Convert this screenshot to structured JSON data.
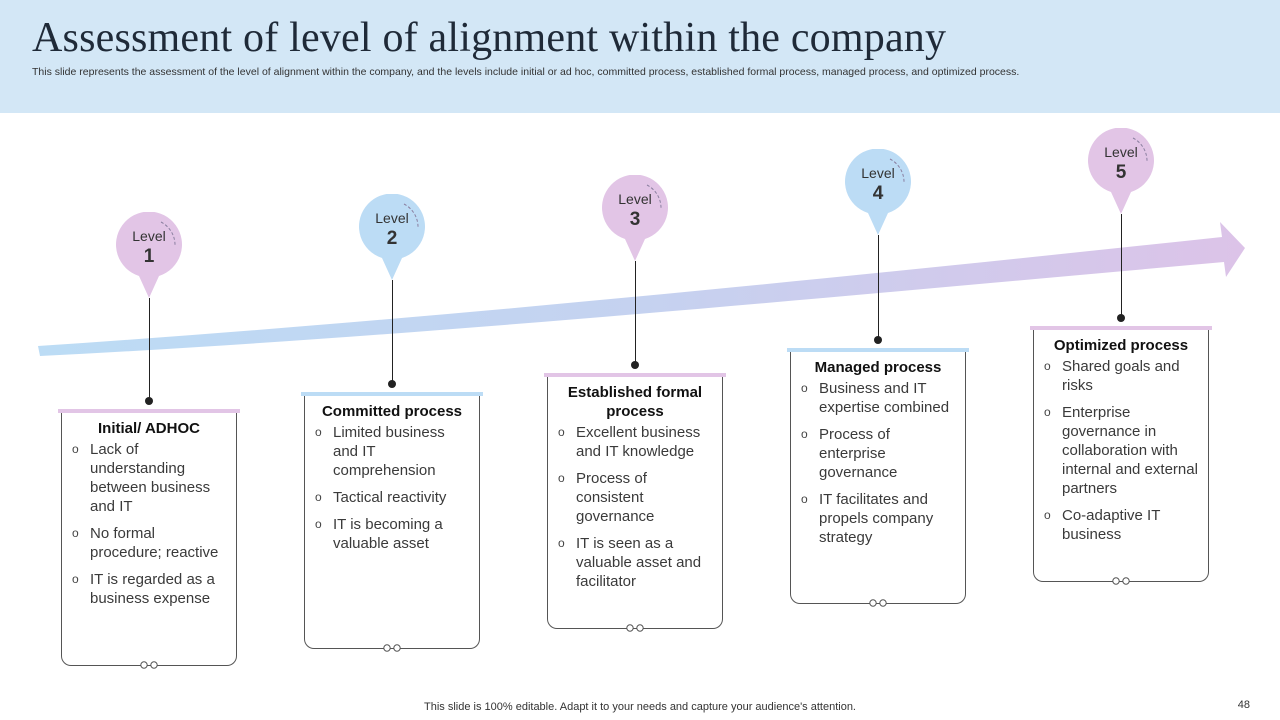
{
  "title": "Assessment of level of alignment within the company",
  "subtitle": "This slide represents the assessment of the level of alignment within the company, and the levels include initial or ad hoc, committed process, established formal process, managed process, and optimized process.",
  "colors": {
    "pink": "#e2c5e6",
    "blue": "#bcdcf5",
    "header_bg": "#d3e7f6"
  },
  "levels": [
    {
      "level_label": "Level",
      "number": "1",
      "title": "Initial/ ADHOC",
      "color": "pink",
      "items": [
        "Lack of understanding between business and IT",
        "No formal procedure; reactive",
        "IT  is regarded as a business expense"
      ]
    },
    {
      "level_label": "Level",
      "number": "2",
      "title": "Committed process",
      "color": "blue",
      "items": [
        "Limited business and IT comprehension",
        "Tactical reactivity",
        "IT  is becoming a valuable asset"
      ]
    },
    {
      "level_label": "Level",
      "number": "3",
      "title": "Established formal process",
      "color": "pink",
      "items": [
        "Excellent business and IT  knowledge",
        "Process of consistent governance",
        "IT  is seen as a valuable asset and facilitator"
      ]
    },
    {
      "level_label": "Level",
      "number": "4",
      "title": "Managed process",
      "color": "blue",
      "items": [
        "Business and IT expertise combined",
        "Process of enterprise governance",
        "IT facilitates and propels company strategy"
      ]
    },
    {
      "level_label": "Level",
      "number": "5",
      "title": "Optimized process",
      "color": "pink",
      "items": [
        "Shared goals and risks",
        "Enterprise governance in collaboration with internal and external partners",
        "Co-adaptive IT business"
      ]
    }
  ],
  "bullet_glyph": "o",
  "footer": "This slide is 100% editable. Adapt it to your needs and capture your audience's attention.",
  "page_number": "48"
}
